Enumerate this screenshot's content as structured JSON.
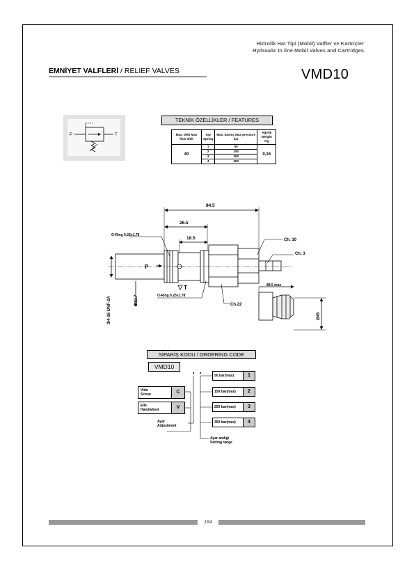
{
  "header": {
    "line1": "Hidrolik Hat Tipi (Mobil) Valfler ve Kartriçler",
    "line2": "Hydraulic In line Mobil Valves and Cartridges"
  },
  "section": {
    "title_bold": "EMNİYET VALFLERİ",
    "title_sep": " / ",
    "title_regular": "RELIEF VALVES"
  },
  "model": "VMD10",
  "symbol": {
    "port_p": "P",
    "port_t": "T"
  },
  "features": {
    "title": "TEKNİK ÖZELLİKLER / FEATURES",
    "headers": [
      "Max. debi Max flow lt/dk",
      "Yay Spring",
      "Max. basınç Max pressure bar",
      "Ağırlık Weight Kg"
    ],
    "flow": "40",
    "weight": "0,16",
    "rows": [
      {
        "spring": "1",
        "pressure": "50"
      },
      {
        "spring": "2",
        "pressure": "150"
      },
      {
        "spring": "3",
        "pressure": "250"
      },
      {
        "spring": "4",
        "pressure": "350"
      }
    ]
  },
  "drawing": {
    "dim_total": "84.5",
    "dim_mid": "26.5",
    "dim_small": "18.5",
    "oring_top": "O-Ring 9.25x1.78",
    "oring_bottom": "O-Ring 9.25x1.78",
    "ch10": "Ch. 10",
    "ch3": "Ch. 3",
    "ch22": "Ch.22",
    "max_len": "88.5 max",
    "thread": "3/4-16 UNF-2A",
    "dia127": "Ø12.7",
    "dia": "Ø45",
    "port_p": "P",
    "port_t": "T"
  },
  "ordering": {
    "title": "SİPARİŞ KODU / ORDERING CODE",
    "code": "VMD10",
    "adjustments": [
      {
        "label1": "Vida",
        "label2": "Screw",
        "code": "C"
      },
      {
        "label1": "Elle",
        "label2": "Handwheel",
        "code": "V"
      }
    ],
    "adjust_label1": "Ayar",
    "adjust_label2": "Adjustment",
    "options": [
      {
        "label": "50 bar(max)",
        "code": "1"
      },
      {
        "label": "150 bar(max)",
        "code": "2"
      },
      {
        "label": "250 bar(max)",
        "code": "3"
      },
      {
        "label": "350 bar(max)",
        "code": "4"
      }
    ],
    "range_label1": "Ayar aralığı",
    "range_label2": "Setting range"
  },
  "footer": {
    "page": "164"
  }
}
